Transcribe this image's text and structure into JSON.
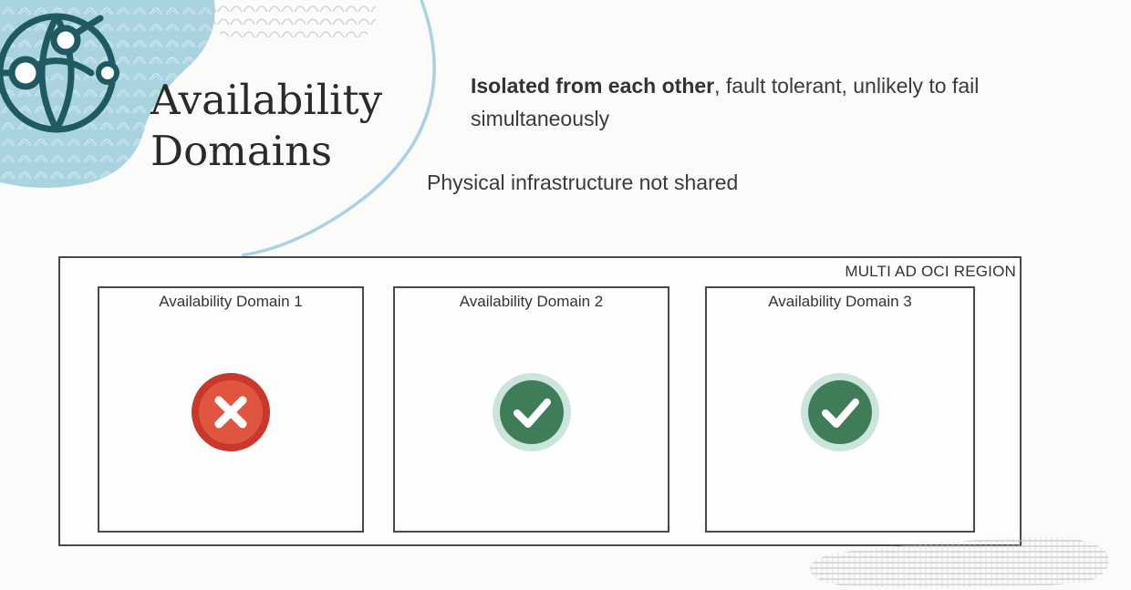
{
  "slide": {
    "title_line1": "Availability",
    "title_line2": "Domains",
    "bullets": {
      "bullet1_bold": "Isolated from each other",
      "bullet1_rest": ", fault tolerant, unlikely to fail simultaneously",
      "bullet2": "Physical infrastructure not shared"
    }
  },
  "diagram": {
    "region_label": "MULTI AD OCI REGION",
    "domains": [
      {
        "label": "Availability Domain 1",
        "status": "failed",
        "icon": "error-x-icon"
      },
      {
        "label": "Availability Domain 2",
        "status": "healthy",
        "icon": "checkmark-icon"
      },
      {
        "label": "Availability Domain 3",
        "status": "healthy",
        "icon": "checkmark-icon"
      }
    ]
  },
  "colors": {
    "accent_teal": "#1f5a63",
    "accent_light_blue": "#a9d3df",
    "error_red": "#c9382b",
    "success_green": "#3f7d59",
    "success_ring": "#cce5dc"
  }
}
